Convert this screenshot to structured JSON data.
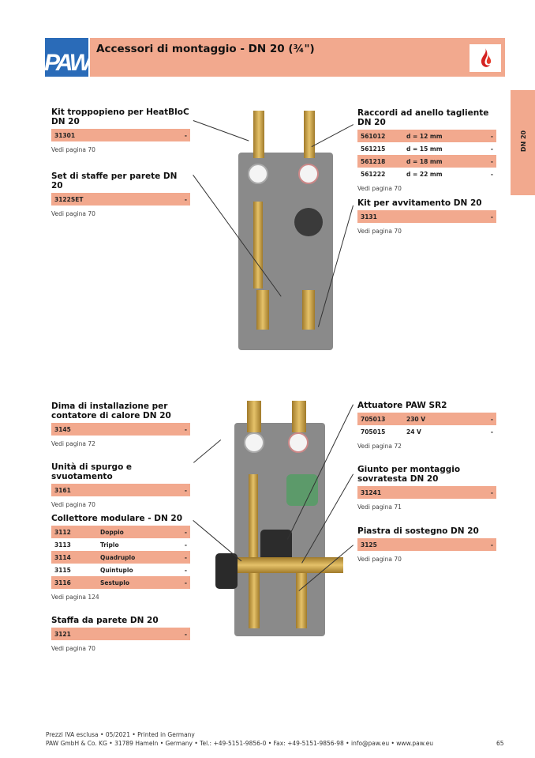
{
  "header": {
    "logo": "PAW",
    "title": "Accessori di montaggio - DN 20 (¾\")",
    "icon": "flame-icon"
  },
  "side_tab": "DN 20",
  "sections": [
    {
      "id": "kit-troppopieno",
      "title": "Kit troppopieno per HeatBloC DN 20",
      "rows": [
        [
          "31301",
          "",
          "-"
        ]
      ],
      "ref": "Vedi pagina 70"
    },
    {
      "id": "set-staffe",
      "title": "Set di staffe per parete DN 20",
      "rows": [
        [
          "3122SET",
          "",
          "-"
        ]
      ],
      "ref": "Vedi pagina 70"
    },
    {
      "id": "raccordi",
      "title": "Raccordi ad anello tagliente DN 20",
      "rows": [
        [
          "561012",
          "d = 12 mm",
          "-"
        ],
        [
          "561215",
          "d = 15 mm",
          "-"
        ],
        [
          "561218",
          "d = 18 mm",
          "-"
        ],
        [
          "561222",
          "d = 22 mm",
          "-"
        ]
      ],
      "ref": "Vedi pagina 70"
    },
    {
      "id": "kit-avvitamento",
      "title": "Kit per avvitamento DN 20",
      "rows": [
        [
          "3131",
          "",
          "-"
        ]
      ],
      "ref": "Vedi pagina 70"
    },
    {
      "id": "dima",
      "title": "Dima di installazione per contatore di calore DN 20",
      "rows": [
        [
          "3145",
          "",
          "-"
        ]
      ],
      "ref": "Vedi pagina 72"
    },
    {
      "id": "unita-spurgo",
      "title": "Unità di spurgo e svuotamento",
      "rows": [
        [
          "3161",
          "",
          "-"
        ]
      ],
      "ref": "Vedi pagina 70"
    },
    {
      "id": "collettore",
      "title": "Collettore modulare - DN 20",
      "rows": [
        [
          "3112",
          "Doppio",
          "-"
        ],
        [
          "3113",
          "Triplo",
          "-"
        ],
        [
          "3114",
          "Quadruplo",
          "-"
        ],
        [
          "3115",
          "Quintuplo",
          "-"
        ],
        [
          "3116",
          "Sestuplo",
          "-"
        ]
      ],
      "ref": "Vedi pagina 124"
    },
    {
      "id": "staffa",
      "title": "Staffa da parete DN 20",
      "rows": [
        [
          "3121",
          "",
          "-"
        ]
      ],
      "ref": "Vedi pagina 70"
    },
    {
      "id": "attuatore",
      "title": "Attuatore PAW SR2",
      "rows": [
        [
          "705013",
          "230 V",
          "-"
        ],
        [
          "705015",
          "24 V",
          "-"
        ]
      ],
      "ref": "Vedi pagina 72"
    },
    {
      "id": "giunto",
      "title": "Giunto per montaggio sovratesta DN 20",
      "rows": [
        [
          "31241",
          "",
          "-"
        ]
      ],
      "ref": "Vedi pagina 71"
    },
    {
      "id": "piastra",
      "title": "Piastra di sostegno DN 20",
      "rows": [
        [
          "3125",
          "",
          "-"
        ]
      ],
      "ref": "Vedi pagina 70"
    }
  ],
  "footer": {
    "line1": "Prezzi IVA esclusa • 05/2021 • Printed in Germany",
    "line2": "PAW GmbH & Co. KG • 31789 Hameln • Germany • Tel.: +49-5151-9856-0 • Fax: +49-5151-9856-98 • info@paw.eu • www.paw.eu",
    "page": "65"
  }
}
